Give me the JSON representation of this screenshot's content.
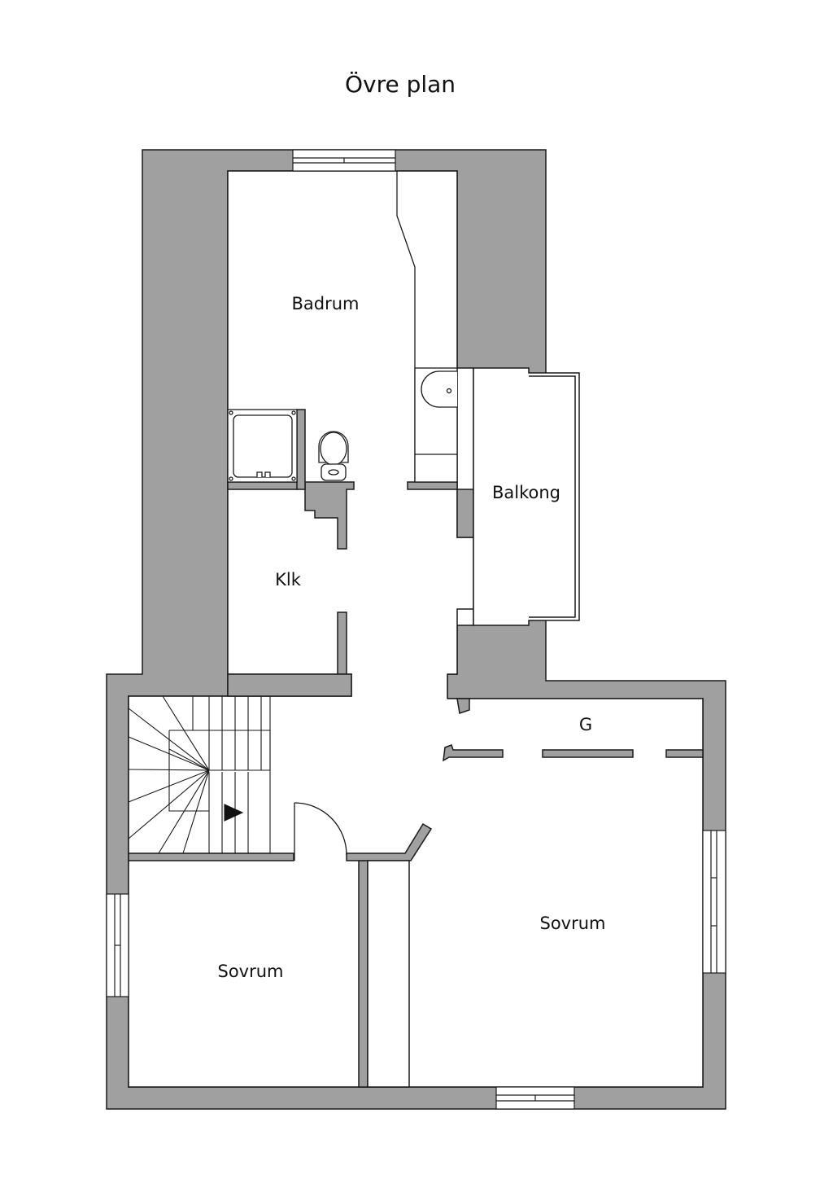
{
  "title": "Övre plan",
  "rooms": {
    "bathroom": "Badrum",
    "balcony": "Balkong",
    "closet": "Klk",
    "hall": "G",
    "bedroom_left": "Sovrum",
    "bedroom_right": "Sovrum"
  },
  "colors": {
    "wall": "#a0a0a0",
    "outline": "#1a1a1a",
    "background": "#ffffff"
  }
}
